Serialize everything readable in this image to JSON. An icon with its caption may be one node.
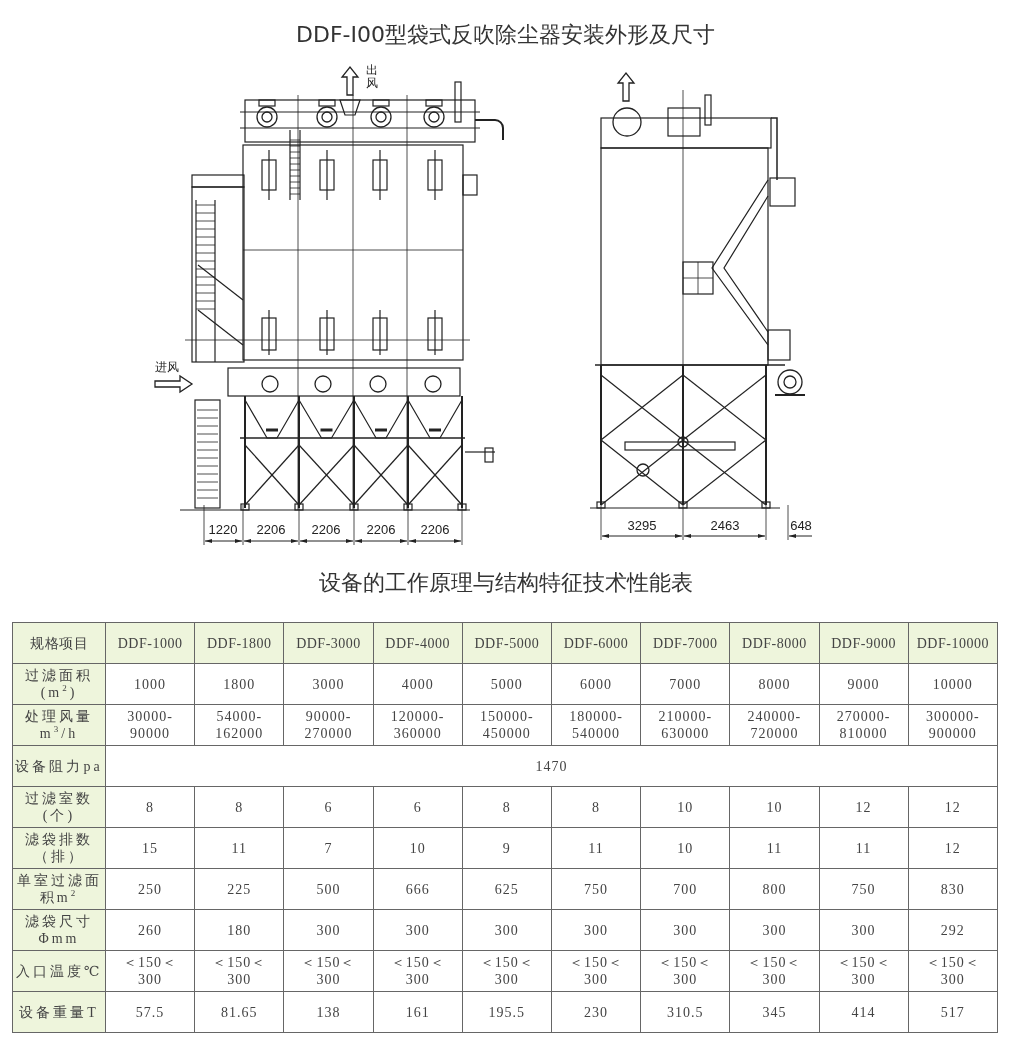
{
  "diagram": {
    "title": "DDF-I00型袋式反吹除尘器安装外形及尺寸",
    "labels": [
      "出风",
      "进风",
      "1220",
      "2206",
      "2206",
      "2206",
      "2206",
      "3295",
      "2463",
      "648",
      "设备的工作原理与结构特征技术性能表",
      "规格项目",
      "DDF-1000",
      "DDF-1800",
      "DDF-3000",
      "DDF-4000",
      "DDF-5000",
      "DDF-6000",
      "DDF-7000",
      "DDF-8000",
      "DDF-9000",
      "DDF-10000",
      "过滤面积(m$^{2}$)",
      "1000",
      "1800",
      "3000",
      "4000",
      "5000",
      "6000",
      "7000",
      "8000",
      "9000",
      "10000",
      "处理风量m$^{3}$/h",
      "30000- 90000",
      "54000- 162000",
      "90000- 270000",
      "120000- 360000",
      "150000- 450000",
      "180000- 540000",
      "210000- 630000",
      "240000- 720000",
      "270000- 810000",
      "300000- 900000",
      "设备阻力pa",
      "1470",
      "过滤室数(个)",
      "8",
      "8",
      "6",
      "6",
      "8",
      "8",
      "10",
      "10",
      "12",
      "12",
      "滤袋排数（排）",
      "15",
      "11",
      "7",
      "10",
      "9",
      "11",
      "10",
      "11",
      "11",
      "12",
      "单室过滤面积m$^{2}$",
      "250",
      "225",
      "500",
      "666",
      "625",
      "750",
      "700",
      "800",
      "750",
      "830",
      "滤袋尺寸Φmm",
      "260",
      "180",
      "300",
      "300",
      "300",
      "300",
      "300",
      "300",
      "300",
      "292",
      "入口温度℃",
      "＜150＜ 300",
      "＜150＜ 300",
      "＜150＜ 300",
      "＜150＜ 300",
      "＜150＜ 300",
      "＜150＜ 300",
      "＜150＜ 300",
      "＜150＜ 300",
      "＜150＜ 300",
      "＜150＜ 300",
      "设备重量T",
      "57.5",
      "81.65",
      "138",
      "161",
      "195.5",
      "230",
      "310.5",
      "345",
      "414",
      "517"
    ]
  }
}
